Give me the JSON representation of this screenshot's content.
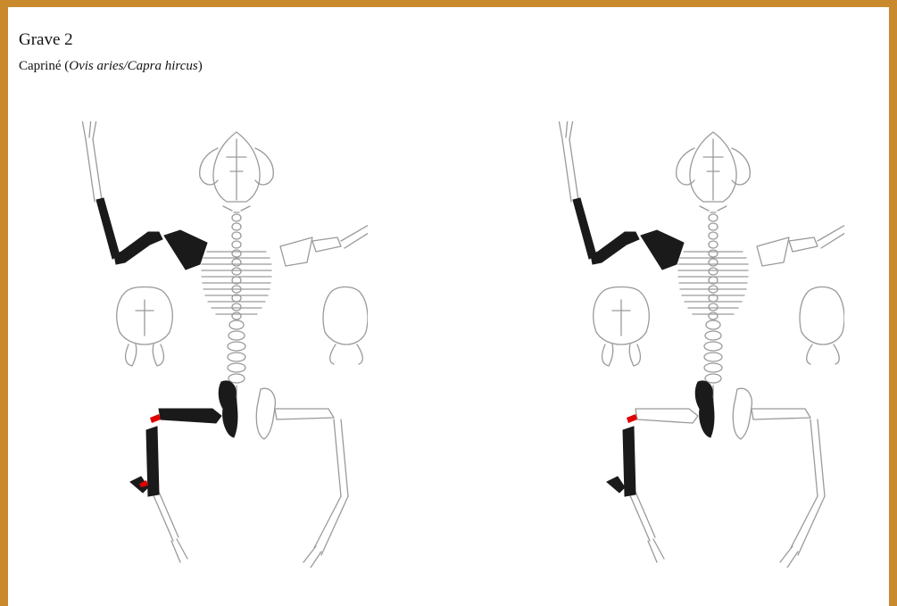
{
  "figure": {
    "title": "Grave 2",
    "taxon_prefix": "Capriné (",
    "taxon_species": "Ovis aries/Capra hircus",
    "taxon_suffix": ")"
  },
  "colors": {
    "frame": "#c98a2e",
    "bone_present": "#1a1a1a",
    "bone_absent_outline": "#9a9a9a",
    "bone_marked": "#e00000"
  },
  "skeletons": [
    {
      "present_bones": [
        "left-humerus",
        "left-radius-ulna",
        "left-scapula",
        "left-pelvis",
        "left-femur",
        "left-tibia",
        "left-tarsal"
      ],
      "marked_bones": [
        "left-femur-distal",
        "left-tarsal"
      ]
    },
    {
      "present_bones": [
        "left-humerus",
        "left-radius-ulna",
        "left-scapula",
        "left-pelvis",
        "left-tibia",
        "left-tarsal"
      ],
      "marked_bones": [
        "left-femur-distal"
      ]
    }
  ]
}
